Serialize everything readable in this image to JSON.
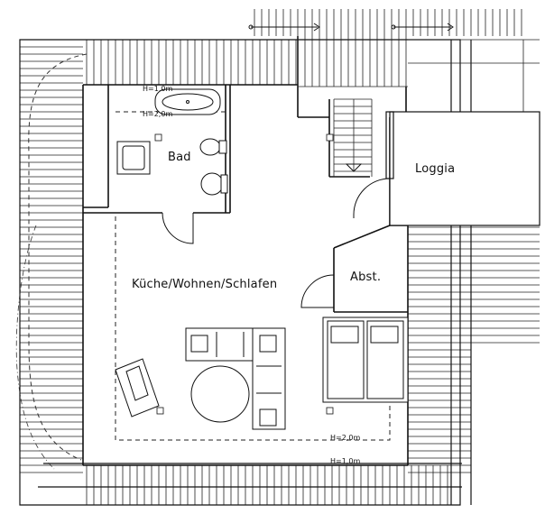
{
  "rooms": {
    "bad": "Bad",
    "loggia": "Loggia",
    "kueche": "Küche/Wohnen/Schlafen",
    "abst": "Abst."
  },
  "heights": {
    "bad_h10": "H=1,0m",
    "bad_h20": "H=2,0m",
    "main_h20": "H=2,0m",
    "main_h10": "H=1,0m"
  }
}
